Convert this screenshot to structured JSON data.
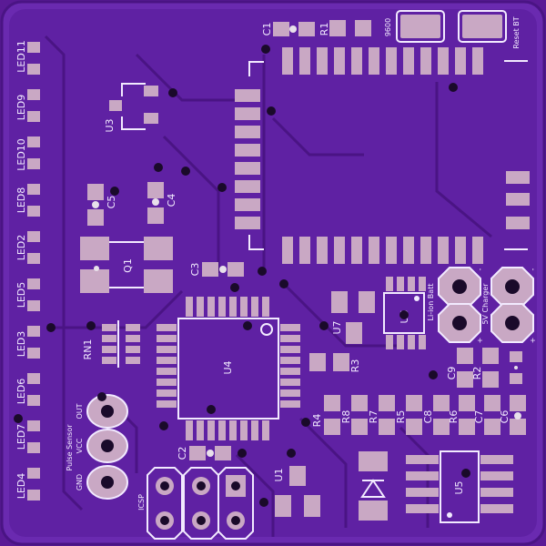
{
  "board": {
    "colors": {
      "substrate": "#5a1a96",
      "copper": "#6a2ab0",
      "trace": "#4a1484",
      "pad": "#c9a8c4",
      "silk": "#f2eaff",
      "via": "#1a0a2a"
    },
    "leds": [
      "LED11",
      "LED9",
      "LED10",
      "LED8",
      "LED2",
      "LED5",
      "LED3",
      "LED6",
      "LED7",
      "LED4"
    ],
    "components": {
      "c1": "C1",
      "r1": "R1",
      "baud": "9600",
      "reset": "Reset BT",
      "u3": "U3",
      "c5": "C5",
      "c4": "C4",
      "q1": "Q1",
      "c3": "C3",
      "u4": "U4",
      "rn1": "RN1",
      "c2": "C2",
      "u1": "U1",
      "u7": "U7",
      "u6": "U6",
      "r3": "R3",
      "r2": "R2",
      "c9": "C9",
      "r4": "R4",
      "r8": "R8",
      "r7": "R7",
      "r5": "R5",
      "c8": "C8",
      "r6": "R6",
      "c7": "C7",
      "c6": "C6",
      "u5": "U5",
      "icsp": "ICSP"
    },
    "connectors": {
      "pulse_title": "Pulse Sensor",
      "pins": [
        "OUT",
        "VCC",
        "GND"
      ],
      "batt": "Li-ion Batt",
      "charger": "5V Charger",
      "plus": "+",
      "minus": "-"
    }
  }
}
